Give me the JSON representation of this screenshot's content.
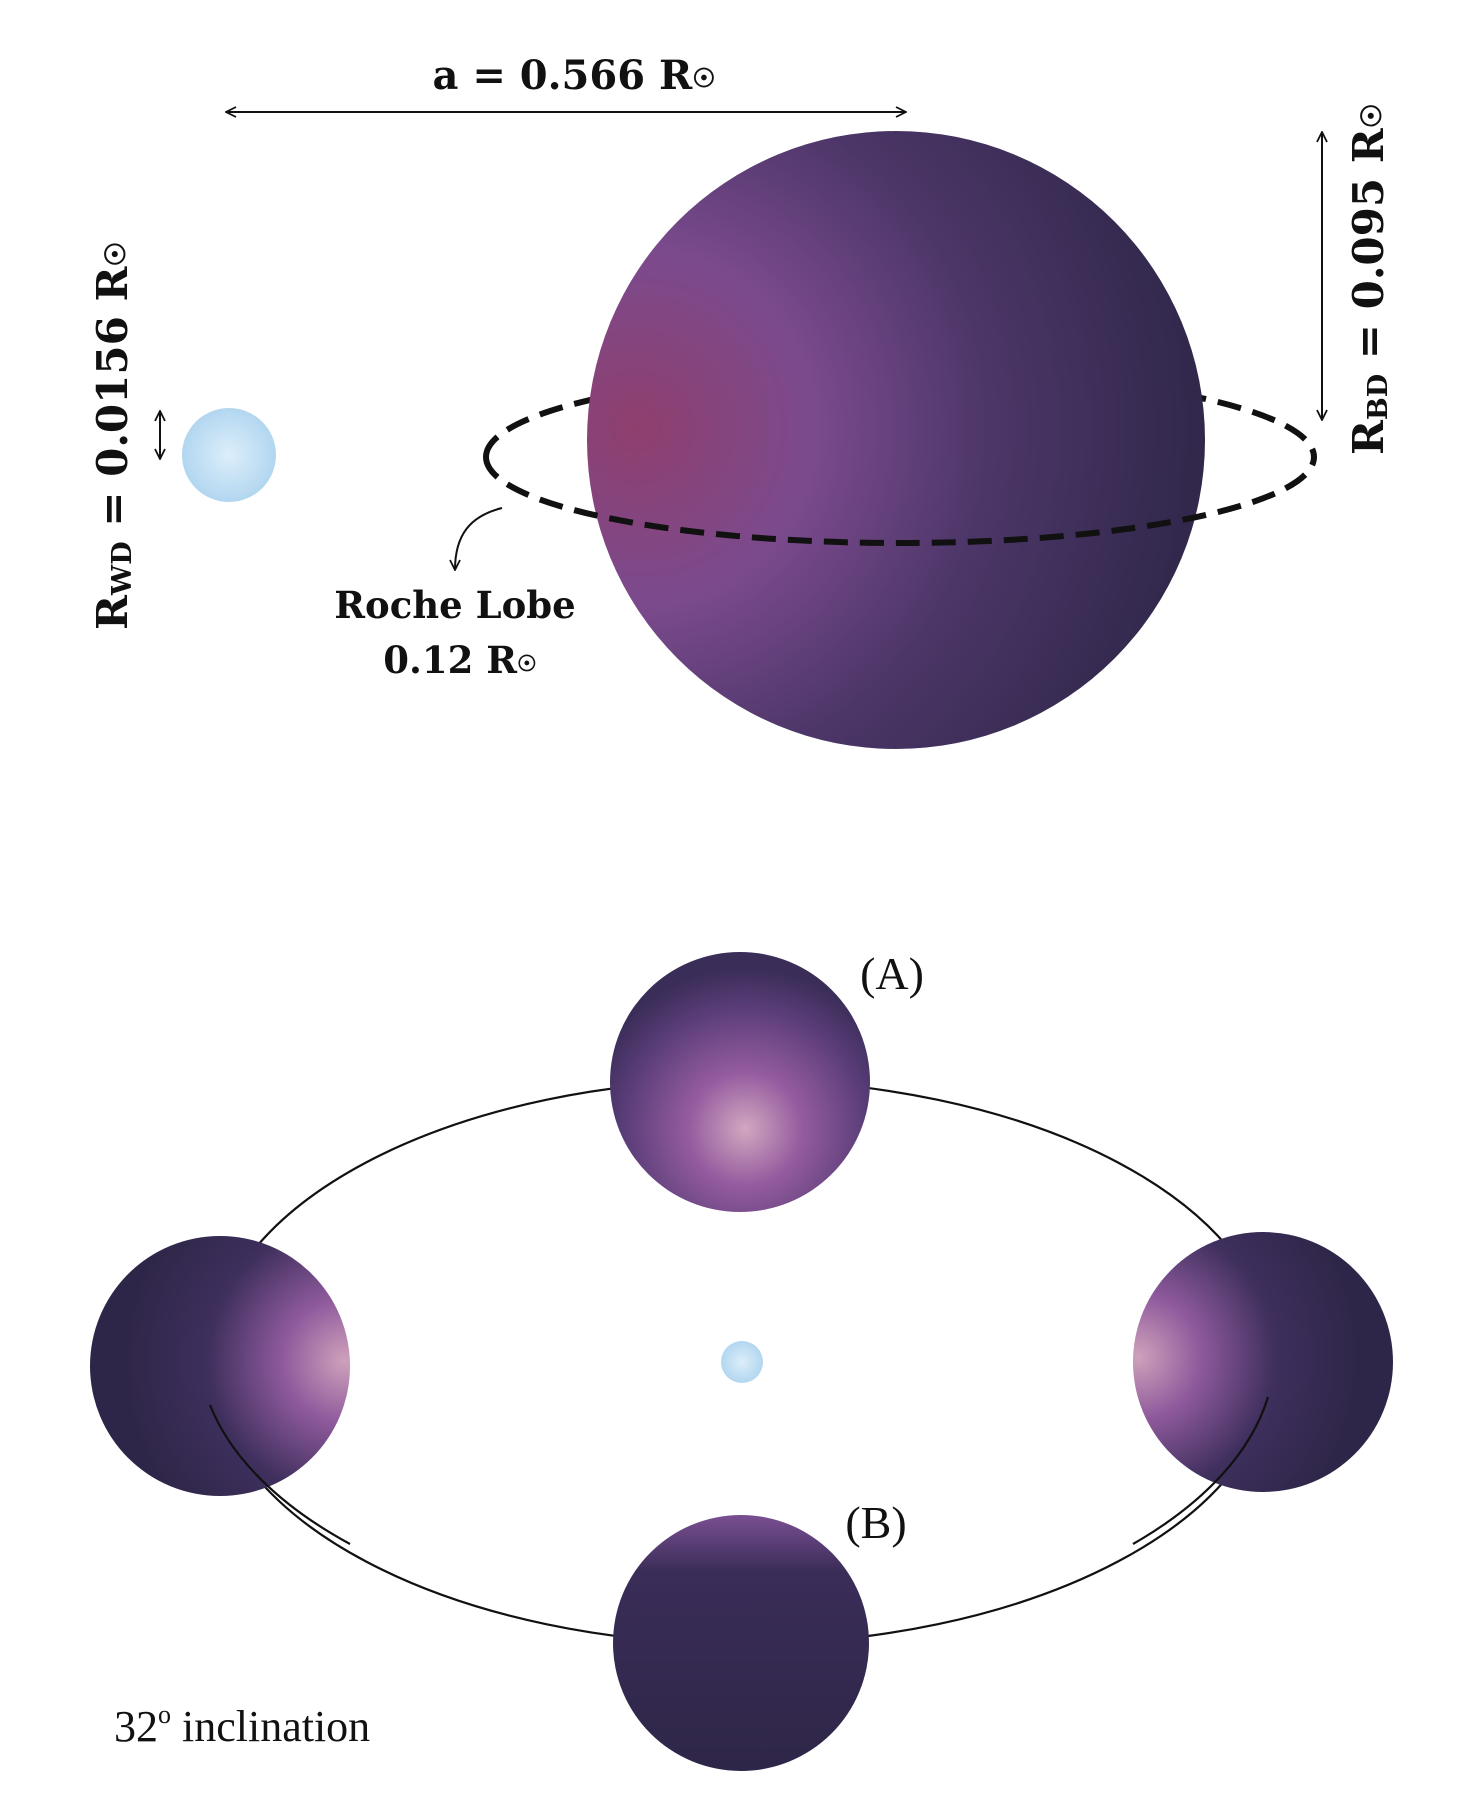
{
  "top_panel": {
    "separation": {
      "prefix": "a = 0.566 R",
      "sun_symbol": "☉"
    },
    "white_dwarf_radius": {
      "symbol": "R",
      "subscript": "WD",
      "value": " = 0.0156 R",
      "sun_symbol": "☉"
    },
    "brown_dwarf_radius": {
      "symbol": "R",
      "subscript": "BD",
      "value": " = 0.095 R",
      "sun_symbol": "☉"
    },
    "roche_lobe": {
      "line1": "Roche Lobe",
      "line2_prefix": "0.12 R",
      "sun_symbol": "☉"
    }
  },
  "bottom_panel": {
    "label_a": "(A)",
    "label_b": "(B)",
    "inclination_number": "32",
    "inclination_degree": "o",
    "inclination_text": " inclination"
  },
  "colors": {
    "white_dwarf": "#b9dcf2",
    "brown_dwarf_dark": "#332a50",
    "brown_dwarf_mid": "#7a4a8c",
    "brown_dwarf_hot": "#c9a0b8",
    "outline": "#111111"
  }
}
